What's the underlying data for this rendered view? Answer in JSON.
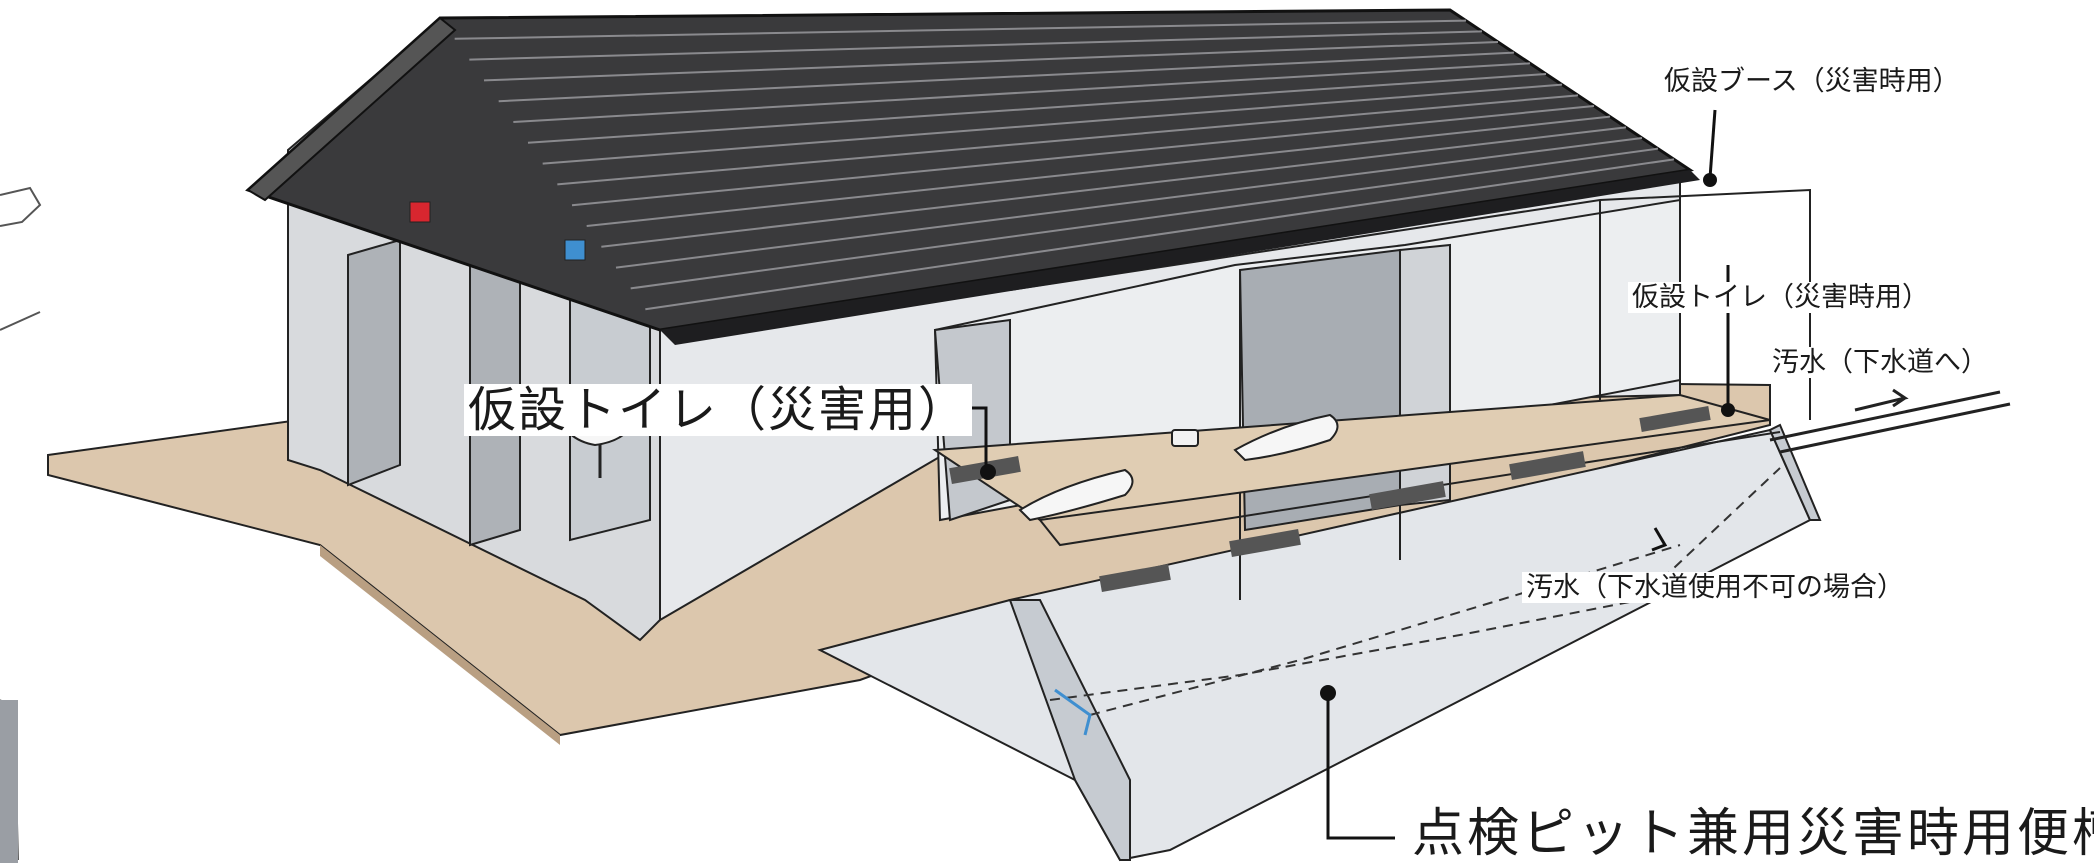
{
  "labels": {
    "temp_booth": "仮設ブース（災害時用）",
    "temp_toilet_disaster_time": "仮設トイレ（災害時用）",
    "sewage_to_sewer": "汚水（下水道へ）",
    "temp_toilet_disaster": "仮設トイレ（災害用）",
    "sewage_when_sewer_unusable": "汚水（下水道使用不可の場合）",
    "inspection_pit_tank": "点検ピット兼用災害時用便槽"
  },
  "colors": {
    "roof": "#3a3a3c",
    "roof_line": "#8a8a8e",
    "wall": "#d8dadd",
    "wall_shadow": "#aeb2b7",
    "floor": "#dcc7ad",
    "pit": "#e3e6ea",
    "sign_men": "#d8262f",
    "sign_women": "#3f8fd0",
    "leader": "#111111"
  },
  "icons": [
    "men-sign-icon",
    "women-sign-icon",
    "toilet-paper-icon",
    "squat-toilet-icon",
    "flow-arrow-icon"
  ]
}
